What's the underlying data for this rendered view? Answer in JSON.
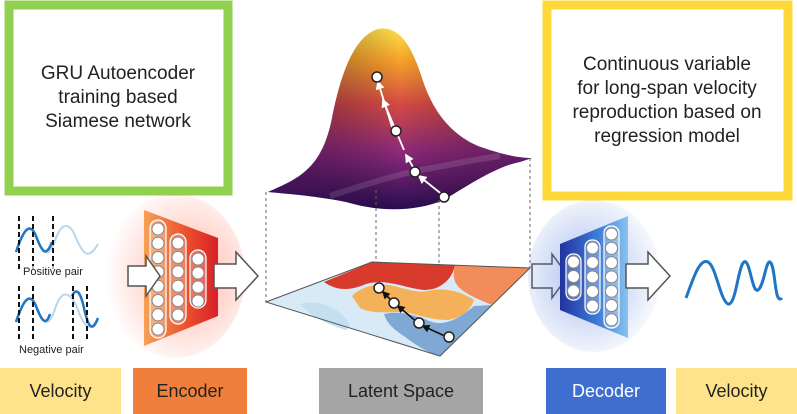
{
  "left_box": {
    "lines": [
      "GRU Autoencoder",
      "training based",
      "Siamese network"
    ]
  },
  "right_box": {
    "lines": [
      "Continuous variable",
      "for long-span velocity",
      "reproduction based on",
      "regression model"
    ]
  },
  "pair_labels": {
    "positive": "Positive pair",
    "negative": "Negative pair"
  },
  "labels": {
    "velocity_in": "Velocity",
    "encoder": "Encoder",
    "latent": "Latent Space",
    "decoder": "Decoder",
    "velocity_out": "Velocity"
  },
  "colors": {
    "green_frame": "#92d050",
    "yellow_frame": "#ffd83a",
    "velocity_tag": "#ffe38a",
    "encoder_tag": "#f07f3c",
    "latent_tag": "#a5a5a5",
    "decoder_tag": "#3f6fce",
    "wave_blue": "#1f77c4"
  }
}
